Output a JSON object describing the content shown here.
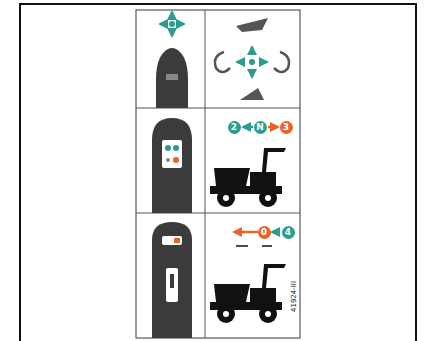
{
  "diagram": {
    "labels": [
      "2",
      "N",
      "3",
      "0",
      "4",
      "41924-III"
    ]
  }
}
